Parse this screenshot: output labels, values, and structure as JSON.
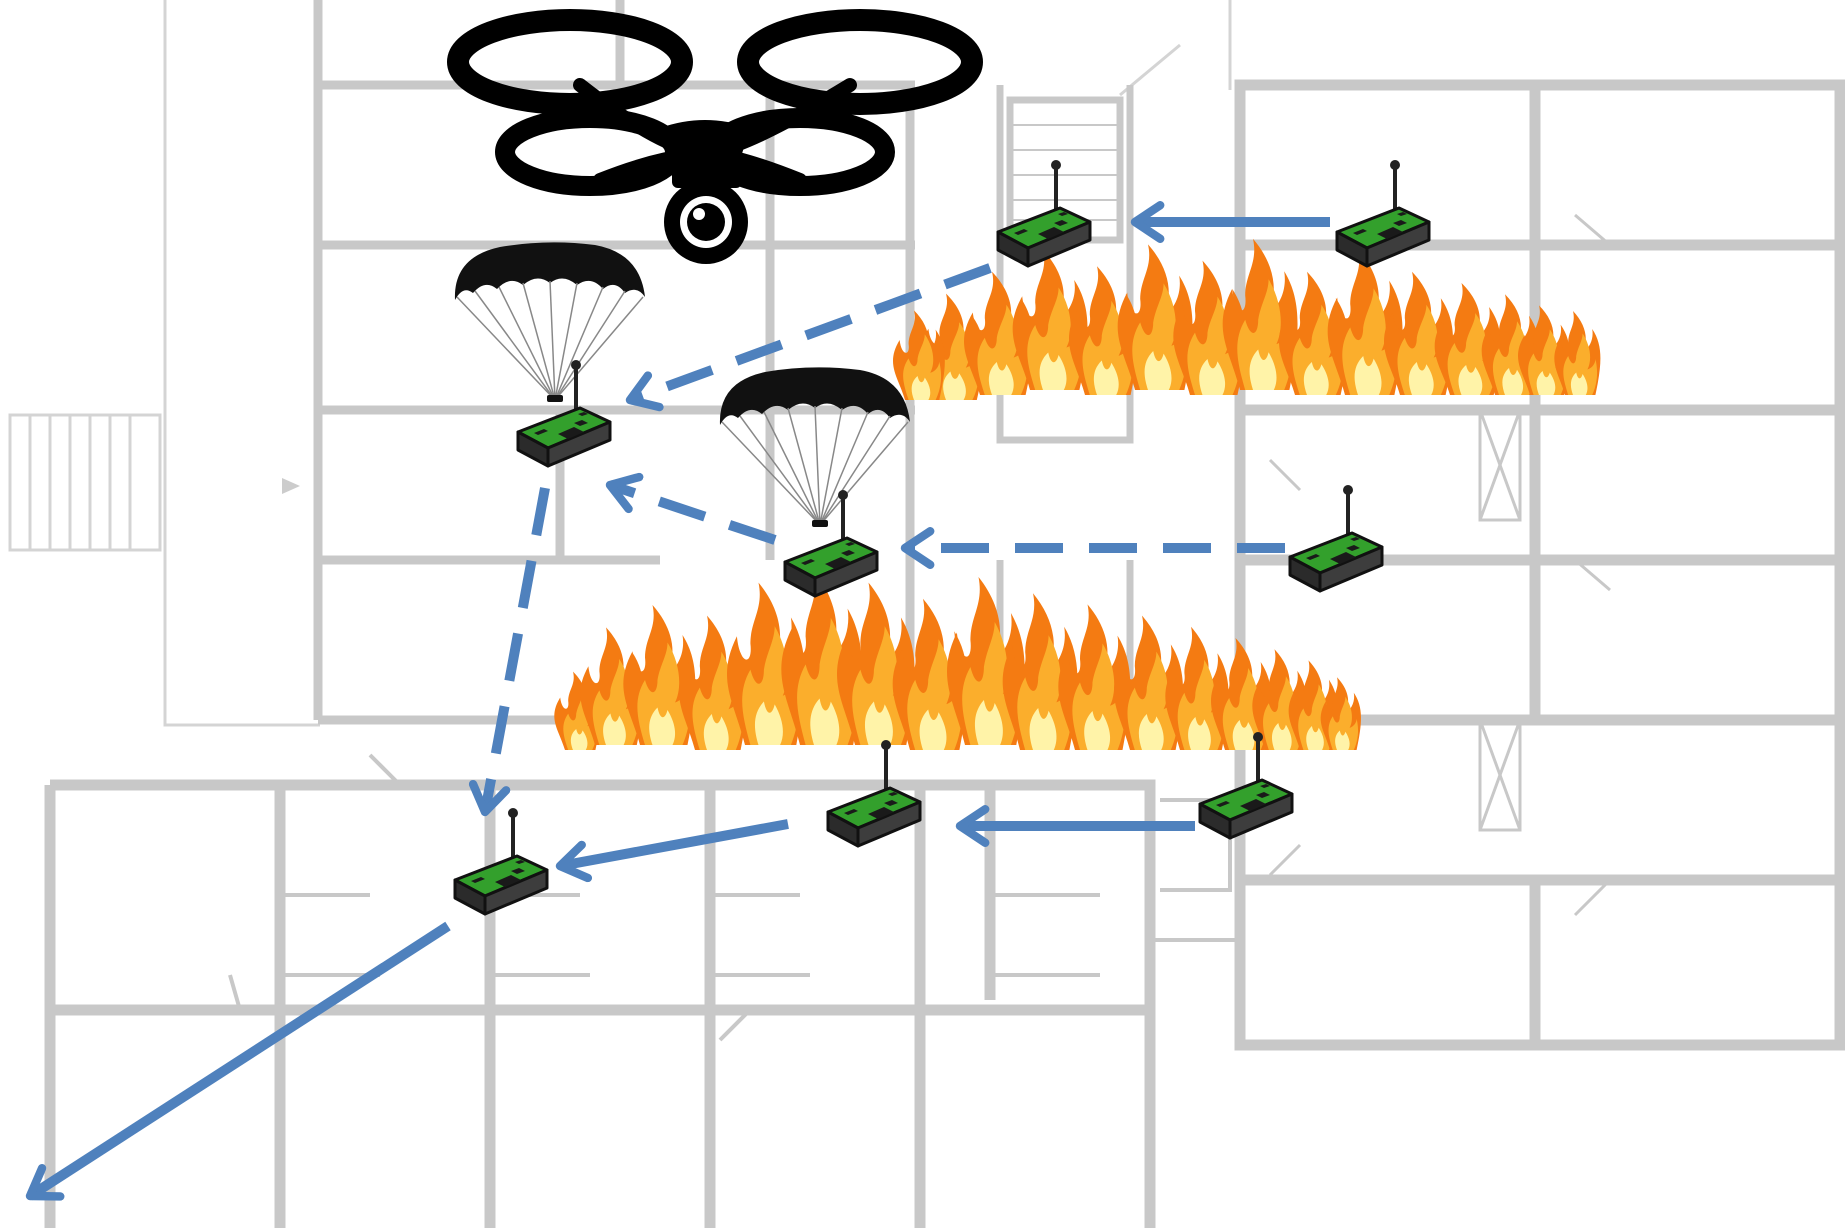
{
  "colors": {
    "background": "#ffffff",
    "wall": "#c8c8c8",
    "arrow": "#4f81bd",
    "node_body": "#2fa52a",
    "node_dark": "#1e1e1e",
    "flame_outer": "#f47b12",
    "flame_mid": "#fbae2c",
    "flame_inner": "#fff0a0",
    "drone": "#000000",
    "parachute": "#000000"
  },
  "icons": [
    "floor-plan",
    "quadcopter-drone-icon",
    "parachute-icon",
    "sensor-node-icon",
    "fire-icon",
    "link-arrow"
  ],
  "links": [
    {
      "from": "node-top-right",
      "to": "node-top-center",
      "style": "solid"
    },
    {
      "from": "node-top-center",
      "to": "node-parachute-left",
      "style": "dashed"
    },
    {
      "from": "node-mid-right",
      "to": "node-parachute-center",
      "style": "dashed"
    },
    {
      "from": "node-parachute-center",
      "to": "node-parachute-left",
      "style": "dashed"
    },
    {
      "from": "node-parachute-left",
      "to": "node-bottom-left",
      "style": "dashed"
    },
    {
      "from": "node-bottom-right",
      "to": "node-bottom-center",
      "style": "solid"
    },
    {
      "from": "node-bottom-center",
      "to": "node-bottom-left",
      "style": "solid"
    },
    {
      "from": "node-bottom-left",
      "to": "exit",
      "style": "solid"
    }
  ]
}
